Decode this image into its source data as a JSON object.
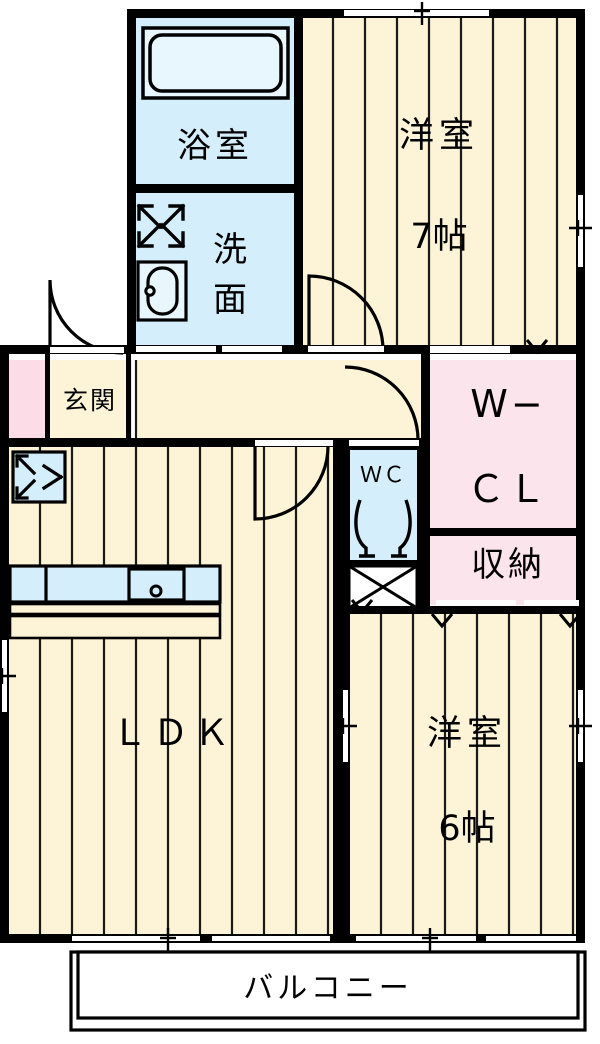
{
  "plan": {
    "title": "間取り図",
    "colors": {
      "wall": "#000000",
      "floor_cream": "#fdf3d7",
      "water_blue": "#d4eefb",
      "closet_pink": "#fce4ec",
      "entry_pink": "#fbdce7",
      "white": "#ffffff",
      "line": "#000000"
    },
    "rooms": [
      {
        "key": "bath",
        "label": "浴室",
        "fill": "water_blue"
      },
      {
        "key": "washroom",
        "label": "洗\n面",
        "fill": "water_blue"
      },
      {
        "key": "bed_north",
        "label": "洋室",
        "size": "7帖",
        "fill": "floor_cream"
      },
      {
        "key": "entrance",
        "label": "玄関",
        "fill": "floor_cream"
      },
      {
        "key": "wcl",
        "label": "W−\nCL",
        "fill": "closet_pink"
      },
      {
        "key": "storage",
        "label": "収納",
        "fill": "closet_pink"
      },
      {
        "key": "toilet",
        "label": "WC",
        "fill": "water_blue"
      },
      {
        "key": "ldk",
        "label": "LDK",
        "fill": "floor_cream"
      },
      {
        "key": "bed_south",
        "label": "洋室",
        "size": "6帖",
        "fill": "floor_cream"
      },
      {
        "key": "balcony",
        "label": "バルコニー",
        "fill": "white"
      }
    ],
    "labels": {
      "bath": "浴室",
      "washroom_1": "洗",
      "washroom_2": "面",
      "bedroom_north_name": "洋室",
      "bedroom_north_size": "7帖",
      "entrance": "玄関",
      "walk_in_closet_1": "W−",
      "walk_in_closet_2": "ＣＬ",
      "storage": "収納",
      "toilet": "ＷＣ",
      "ldk": "ＬＤＫ",
      "bedroom_south_name": "洋室",
      "bedroom_south_size": "6帖",
      "balcony": "バルコニー"
    },
    "fixtures": [
      {
        "name": "bathtub-fixture",
        "room": "bath"
      },
      {
        "name": "vanity-sink-fixture",
        "room": "washroom"
      },
      {
        "name": "washing-machine-symbol",
        "room": "washroom"
      },
      {
        "name": "shoe-cabinet-symbol",
        "room": "ldk"
      },
      {
        "name": "kitchen-counter-fixture",
        "room": "ldk"
      },
      {
        "name": "kitchen-sink-fixture",
        "room": "ldk"
      },
      {
        "name": "toilet-fixture",
        "room": "toilet"
      },
      {
        "name": "under-stair-void-symbol",
        "room": "hall"
      }
    ],
    "doors": [
      {
        "name": "entrance-door-swing"
      },
      {
        "name": "bedroom-north-door-swing"
      },
      {
        "name": "hall-door-swing"
      },
      {
        "name": "ldk-door-swing"
      }
    ]
  }
}
